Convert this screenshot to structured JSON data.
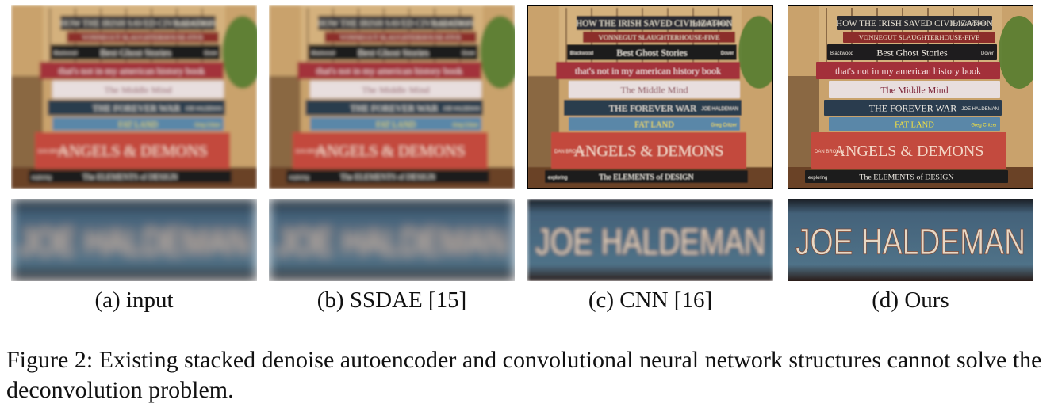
{
  "panels": [
    {
      "label": "(a) input",
      "variant": "blur-heavy",
      "framed": false
    },
    {
      "label": "(b) SSDAE [15]",
      "variant": "blur-heavy",
      "framed": false
    },
    {
      "label": "(c) CNN [16]",
      "variant": "blur-mid",
      "framed": true
    },
    {
      "label": "(d) Ours",
      "variant": "sharp",
      "framed": true
    }
  ],
  "books": [
    {
      "title": "HOW THE IRISH SAVED CIVILIZATION",
      "side": "THOMAS CAHILL",
      "color": "#2b2b30",
      "text": "#e6e0d2"
    },
    {
      "title": "VONNEGUT  SLAUGHTERHOUSE-FIVE",
      "side": "",
      "color": "#8c2d2a",
      "text": "#f0e4d0"
    },
    {
      "title": "Best Ghost Stories",
      "side": "Dover",
      "left": "Blackwood",
      "color": "#1e1c1e",
      "text": "#f4efe6"
    },
    {
      "title": "that's not in my american history book",
      "side": "",
      "color": "#a3303a",
      "text": "#f6e2e2"
    },
    {
      "title": "The Middle Mind",
      "side": "",
      "color": "#e8dede",
      "text": "#7a1f34"
    },
    {
      "title": "THE FOREVER WAR",
      "side": "JOE HALDEMAN",
      "color": "#2a3c4e",
      "text": "#f0ece4"
    },
    {
      "title": "FAT LAND",
      "side": "Greg Critzer",
      "color": "#5a87a8",
      "text": "#f8e33c"
    },
    {
      "title": "ANGELS & DEMONS",
      "side": "",
      "left": "DAN BROWN",
      "color": "#c34a3e",
      "text": "#f3d6c6"
    },
    {
      "title": "The ELEMENTS of DESIGN",
      "side": "",
      "left": "exploring",
      "color": "#1c1c1c",
      "text": "#f4f0e8"
    }
  ],
  "crop_text": "JOE HALDEMAN",
  "caption": {
    "label": "Figure 2:",
    "text": "Existing stacked denoise autoencoder and convolutional neural network structures cannot solve the deconvolution problem."
  },
  "colors": {
    "background_window": "#c9a26c",
    "shelf": "#6a4226",
    "plant": "#4f7a2a",
    "crop_bg": "#44627a"
  }
}
